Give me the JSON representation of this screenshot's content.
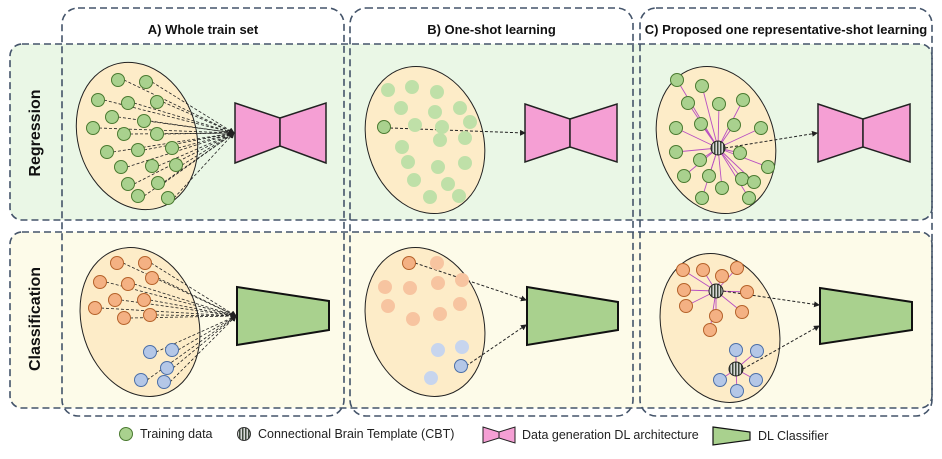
{
  "columns": {
    "a": "A) Whole train set",
    "b": "B) One-shot learning",
    "c": "C) Proposed one representative-shot learning"
  },
  "rows": {
    "regression": "Regression",
    "classification": "Classification"
  },
  "legend": {
    "training_data": "Training data",
    "cbt": "Connectional Brain Template (CBT)",
    "generator": "Data generation DL architecture",
    "classifier": "DL Classifier"
  },
  "colors": {
    "regression_bg": "#eaf7e6",
    "classification_bg": "#fdfbe9",
    "ellipse_fill": "#fdecc8",
    "green_node": "#a9d18e",
    "orange_node": "#f4b183",
    "blue_node": "#b4c7e7",
    "generator_fill": "#f59fd4",
    "classifier_fill": "#a9d18e",
    "border": "#44546a"
  }
}
